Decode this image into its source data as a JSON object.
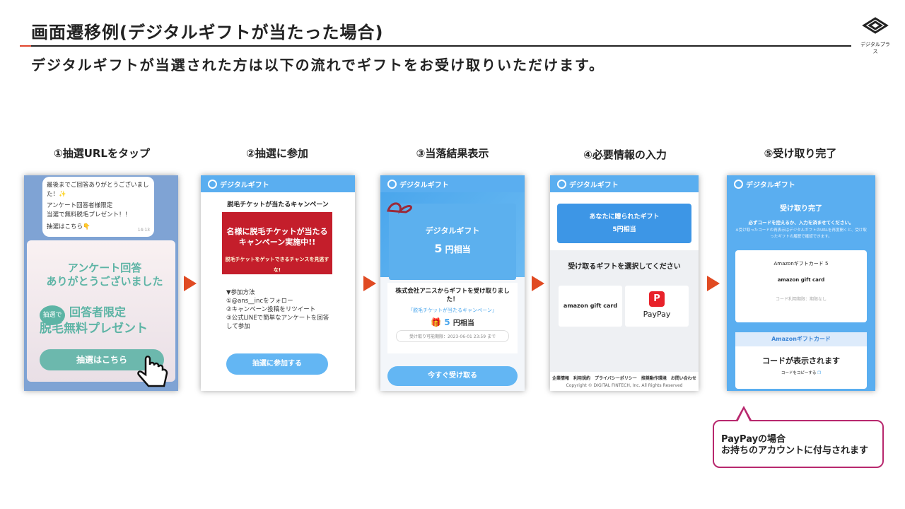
{
  "header": {
    "title": "画面遷移例(デジタルギフトが当たった場合)",
    "subtitle": "デジタルギフトが当選された方は以下の流れでギフトをお受け取りいただけます。",
    "logo_text": "デジタルプラス"
  },
  "steps": [
    {
      "label": "①抽選URLをタップ"
    },
    {
      "label": "②抽選に参加"
    },
    {
      "label": "③当落結果表示"
    },
    {
      "label": "④必要情報の入力"
    },
    {
      "label": "⑤受け取り完了"
    }
  ],
  "brand": "デジタルギフト",
  "screen1": {
    "msg1": "最後までご回答ありがとうございました！✨",
    "msg2": "アンケート回答者様限定",
    "msg3": "当選で無料脱毛プレゼント！！",
    "msg4": "抽選はこちら👇",
    "time": "14:13",
    "thanks1": "アンケート回答",
    "thanks2": "ありがとうございました",
    "badge": "抽選で",
    "limited": "回答者限定",
    "present": "脱毛無料プレゼント",
    "draw_button": "抽選はこちら"
  },
  "screen2": {
    "heading": "脱毛チケットが当たるキャンペーン",
    "banner1": "名様に脱毛チケットが当たる",
    "banner2": "キャンペーン実施中!!",
    "banner3": "脱毛チケットをゲットできるチャンスを見逃すな!",
    "how_title": "▼参加方法",
    "how1": "①@ans__incをフォロー",
    "how2": "②キャンペーン投稿をリツイート",
    "how3": "③公式LINEで簡単なアンケートを回答して参加",
    "join_button": "抽選に参加する"
  },
  "screen3": {
    "amount": "5",
    "unit": "円相当",
    "message": "株式会社アニスからギフトを受け取りました！",
    "campaign": "「脱毛チケットが当たるキャンペーン」",
    "deadline": "受け取り可能期限：2023-06-01 23:59 まで",
    "receive_button": "今すぐ受け取る"
  },
  "screen4": {
    "gift_title": "あなたに贈られたギフト",
    "gift_amount": "5円相当",
    "select_title": "受け取るギフトを選択してください",
    "option1": "amazon gift card",
    "option2": "PayPay",
    "footer_links": "企業情報　利用規約　プライバシーポリシー　推奨動作環境　お問い合わせ",
    "copyright": "Copyright © DIGITAL FINTECH, Inc. All Rights Reserved"
  },
  "screen5": {
    "done_title": "受け取り完了",
    "notice1": "必ずコードを控えるか、入力を済ませてください。",
    "notice2": "※受け取ったコードの再表示はデジタルギフトのURLを再度開くと、受け取ったギフトの履歴で確認できます。",
    "card_name": "Amazonギフトカード 5",
    "card_logo": "amazon gift card",
    "expiry": "コード利用期限：期限なし",
    "code_header": "Amazonギフトカード",
    "code_shown": "コードが表示されます",
    "copy": "コードをコピーする"
  },
  "note": {
    "line1": "PayPayの場合",
    "line2": "お持ちのアカウントに付与されます"
  },
  "colors": {
    "accent": "#e04a22",
    "blue": "#5aaef0",
    "note_border": "#b8286e",
    "teal": "#5db4a5"
  }
}
